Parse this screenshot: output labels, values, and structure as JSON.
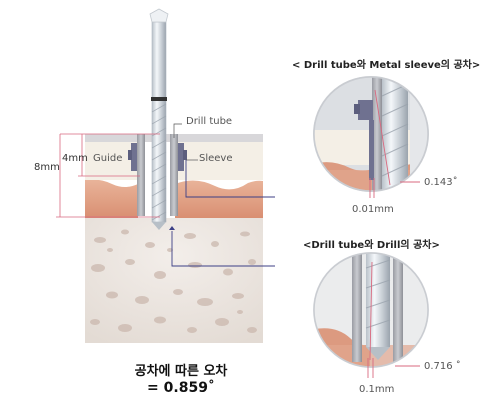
{
  "main_figure": {
    "label_drill_tube": "Drill tube",
    "label_guide": "Guide",
    "label_sleeve": "Sleeve",
    "label_depth_total": "8mm",
    "label_depth_guide": "4mm"
  },
  "detail_top": {
    "title": "< Drill tube와 Metal sleeve의 공차>",
    "gap_value": "0.01mm",
    "angle_value": "0.143˚"
  },
  "detail_bottom": {
    "title": "<Drill tube와 Drill의 공차>",
    "gap_value": "0.1mm",
    "angle_value": "0.716 ˚"
  },
  "summary": {
    "line1": "공차에 따른 오차",
    "line2": "= 0.859˚"
  },
  "colors": {
    "guide_fill": "#f4efe6",
    "gum": "#e2a48b",
    "bone": "#ece6e0",
    "sleeve": "#6f7190",
    "dim_line": "#d9697f",
    "pointer": "#3c3f86",
    "drill": "#d7dde3"
  }
}
